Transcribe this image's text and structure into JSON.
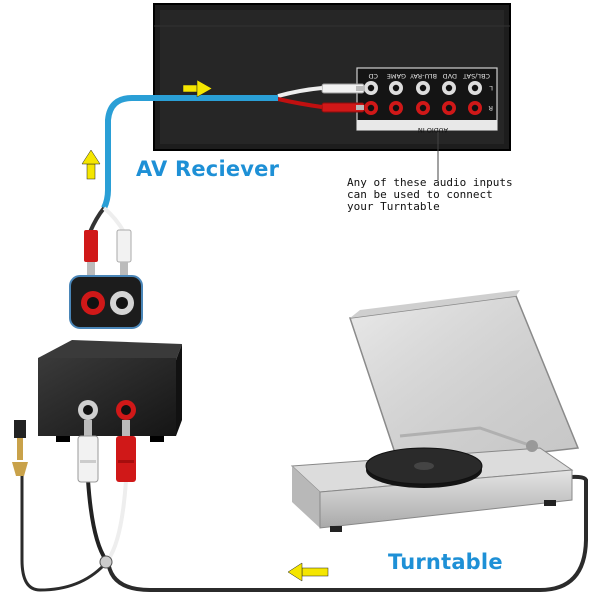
{
  "labels": {
    "av_receiver": "AV Reciever",
    "turntable": "Turntable"
  },
  "note_lines": [
    "Any of these audio inputs",
    "can be used to connect",
    "your Turntable"
  ],
  "receiver": {
    "inputs": [
      "CD",
      "GAME",
      "BLU-RAY",
      "DVD",
      "CBL/SAT"
    ],
    "channel_left": "L",
    "channel_right": "R",
    "section_label": "AUDIO IN"
  },
  "colors": {
    "label_blue": "#1e90d6",
    "arrow_yellow": "#f5e600",
    "cable_blue": "#2a9fd6",
    "red_plug": "#d01818",
    "white_plug": "#f2f2f2"
  },
  "icons": {
    "flow_arrow_right": "arrow-right-icon",
    "flow_arrow_up": "arrow-up-icon",
    "flow_arrow_left": "arrow-left-icon"
  }
}
